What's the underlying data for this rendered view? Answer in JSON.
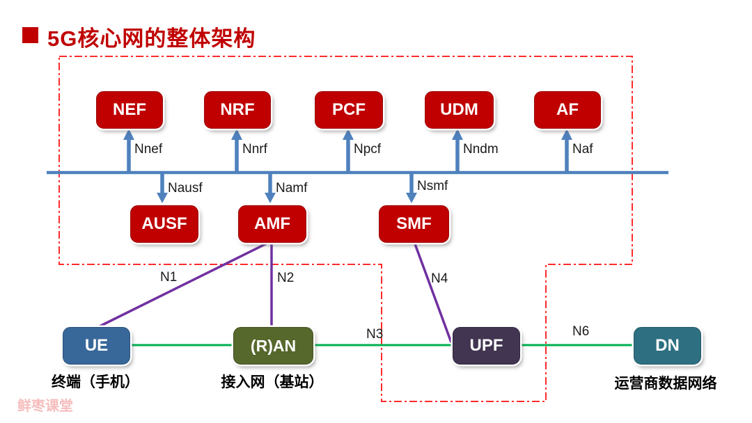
{
  "title": {
    "text": "5G核心网的整体架构"
  },
  "nodes": {
    "nef": "NEF",
    "nrf": "NRF",
    "pcf": "PCF",
    "udm": "UDM",
    "af": "AF",
    "ausf": "AUSF",
    "amf": "AMF",
    "smf": "SMF",
    "ue": "UE",
    "ran": "(R)AN",
    "upf": "UPF",
    "dn": "DN"
  },
  "interfaces": {
    "nnef": "Nnef",
    "nnrf": "Nnrf",
    "npcf": "Npcf",
    "nndm": "Nndm",
    "naf": "Naf",
    "nausf": "Nausf",
    "namf": "Namf",
    "nsmf": "Nsmf"
  },
  "links": {
    "n1": "N1",
    "n2": "N2",
    "n3": "N3",
    "n4": "N4",
    "n6": "N6"
  },
  "captions": {
    "ue": "终端（手机）",
    "ran": "接入网（基站）",
    "dn": "运营商数据网络"
  },
  "watermark": "鲜枣课堂",
  "colors": {
    "title_red": "#c00000",
    "nf_box_red": "#c00000",
    "bus_blue": "#4f81bd",
    "boundary_dashed_red": "#ff2b2b",
    "user_plane_green": "#00b050",
    "control_link_purple": "#7030a0",
    "ue_box_blue": "#38689a",
    "ran_box_olive": "#56682c",
    "upf_box_purple": "#423551",
    "dn_box_teal": "#2e7082",
    "watermark_pink": "#f6bdbd"
  }
}
